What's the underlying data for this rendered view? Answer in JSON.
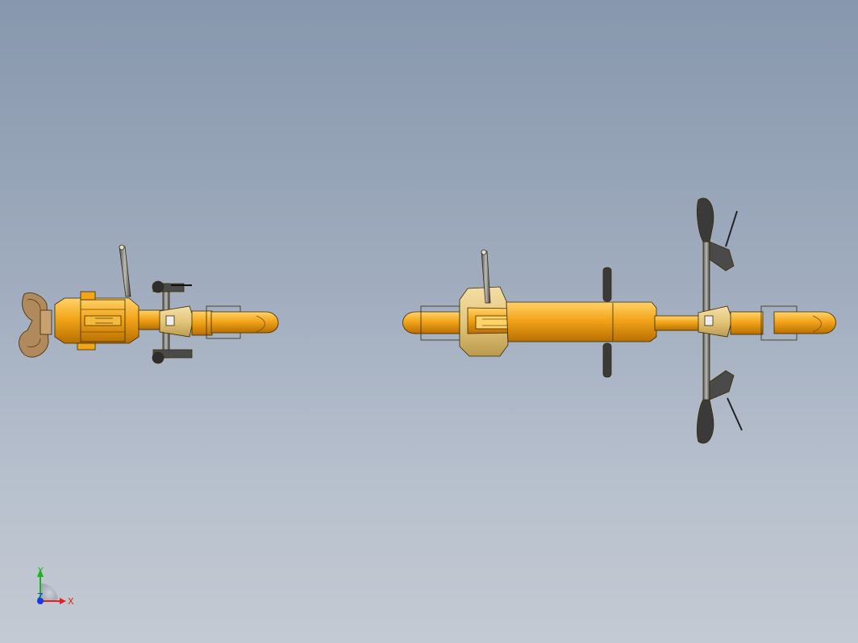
{
  "viewport": {
    "view": "top"
  },
  "colors": {
    "body_orange": "#f3a51a",
    "body_light": "#ffd36a",
    "body_dark": "#b86f00",
    "deck_tan": "#e5c77c",
    "grip_dark": "#3a3a3a",
    "seat_brown": "#b08a5c",
    "axis_x": "#e0221a",
    "axis_y": "#22b022",
    "axis_z": "#1a3ae0"
  },
  "models": [
    {
      "name": "scooter-folded",
      "state": "folded"
    },
    {
      "name": "scooter-unfolded",
      "state": "unfolded"
    }
  ],
  "triad": {
    "x_label": "X",
    "y_label": "Y",
    "z_label": "Z"
  }
}
